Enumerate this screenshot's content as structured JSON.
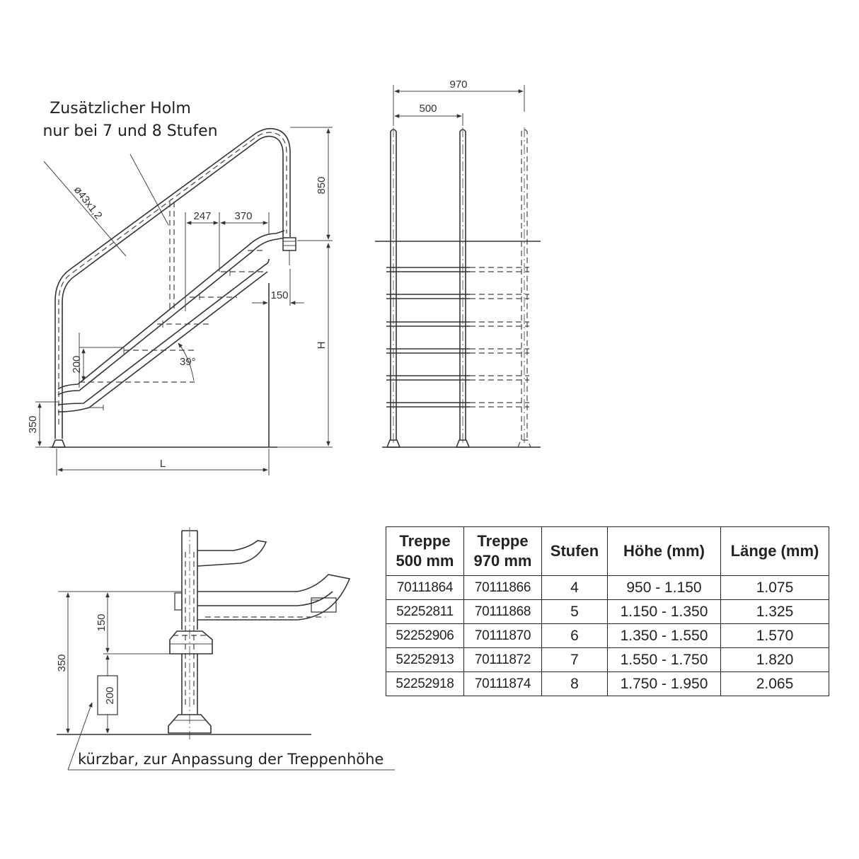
{
  "annotations": {
    "holm_line1": "Zusätzlicher Holm",
    "holm_line2": "nur bei 7 und 8 Stufen",
    "pipe": "ø43x1,2",
    "shortenable": "kürzbar, zur Anpassung der Treppenhöhe"
  },
  "side_view_dims": {
    "handrail_height": "850",
    "tread_spacing": "247",
    "tread_depth": "370",
    "offset": "150",
    "step_rise": "200",
    "angle": "39°",
    "foot_height": "350",
    "height": "H",
    "length": "L"
  },
  "front_view_dims": {
    "width_total": "970",
    "width_small": "500"
  },
  "detail_dims": {
    "total": "350",
    "upper": "150",
    "lower": "200"
  },
  "table": {
    "headers": [
      {
        "line1": "Treppe",
        "line2": "500 mm"
      },
      {
        "line1": "Treppe",
        "line2": "970 mm"
      },
      {
        "line1": "Stufen",
        "line2": ""
      },
      {
        "line1": "Höhe  (mm)",
        "line2": ""
      },
      {
        "line1": "Länge (mm)",
        "line2": ""
      }
    ],
    "rows": [
      [
        "70111864",
        "70111866",
        "4",
        "950 - 1.150",
        "1.075"
      ],
      [
        "52252811",
        "70111868",
        "5",
        "1.150 - 1.350",
        "1.325"
      ],
      [
        "52252906",
        "70111870",
        "6",
        "1.350 - 1.550",
        "1.570"
      ],
      [
        "52252913",
        "70111872",
        "7",
        "1.550 - 1.750",
        "1.820"
      ],
      [
        "52252918",
        "70111874",
        "8",
        "1.750 - 1.950",
        "2.065"
      ]
    ]
  }
}
